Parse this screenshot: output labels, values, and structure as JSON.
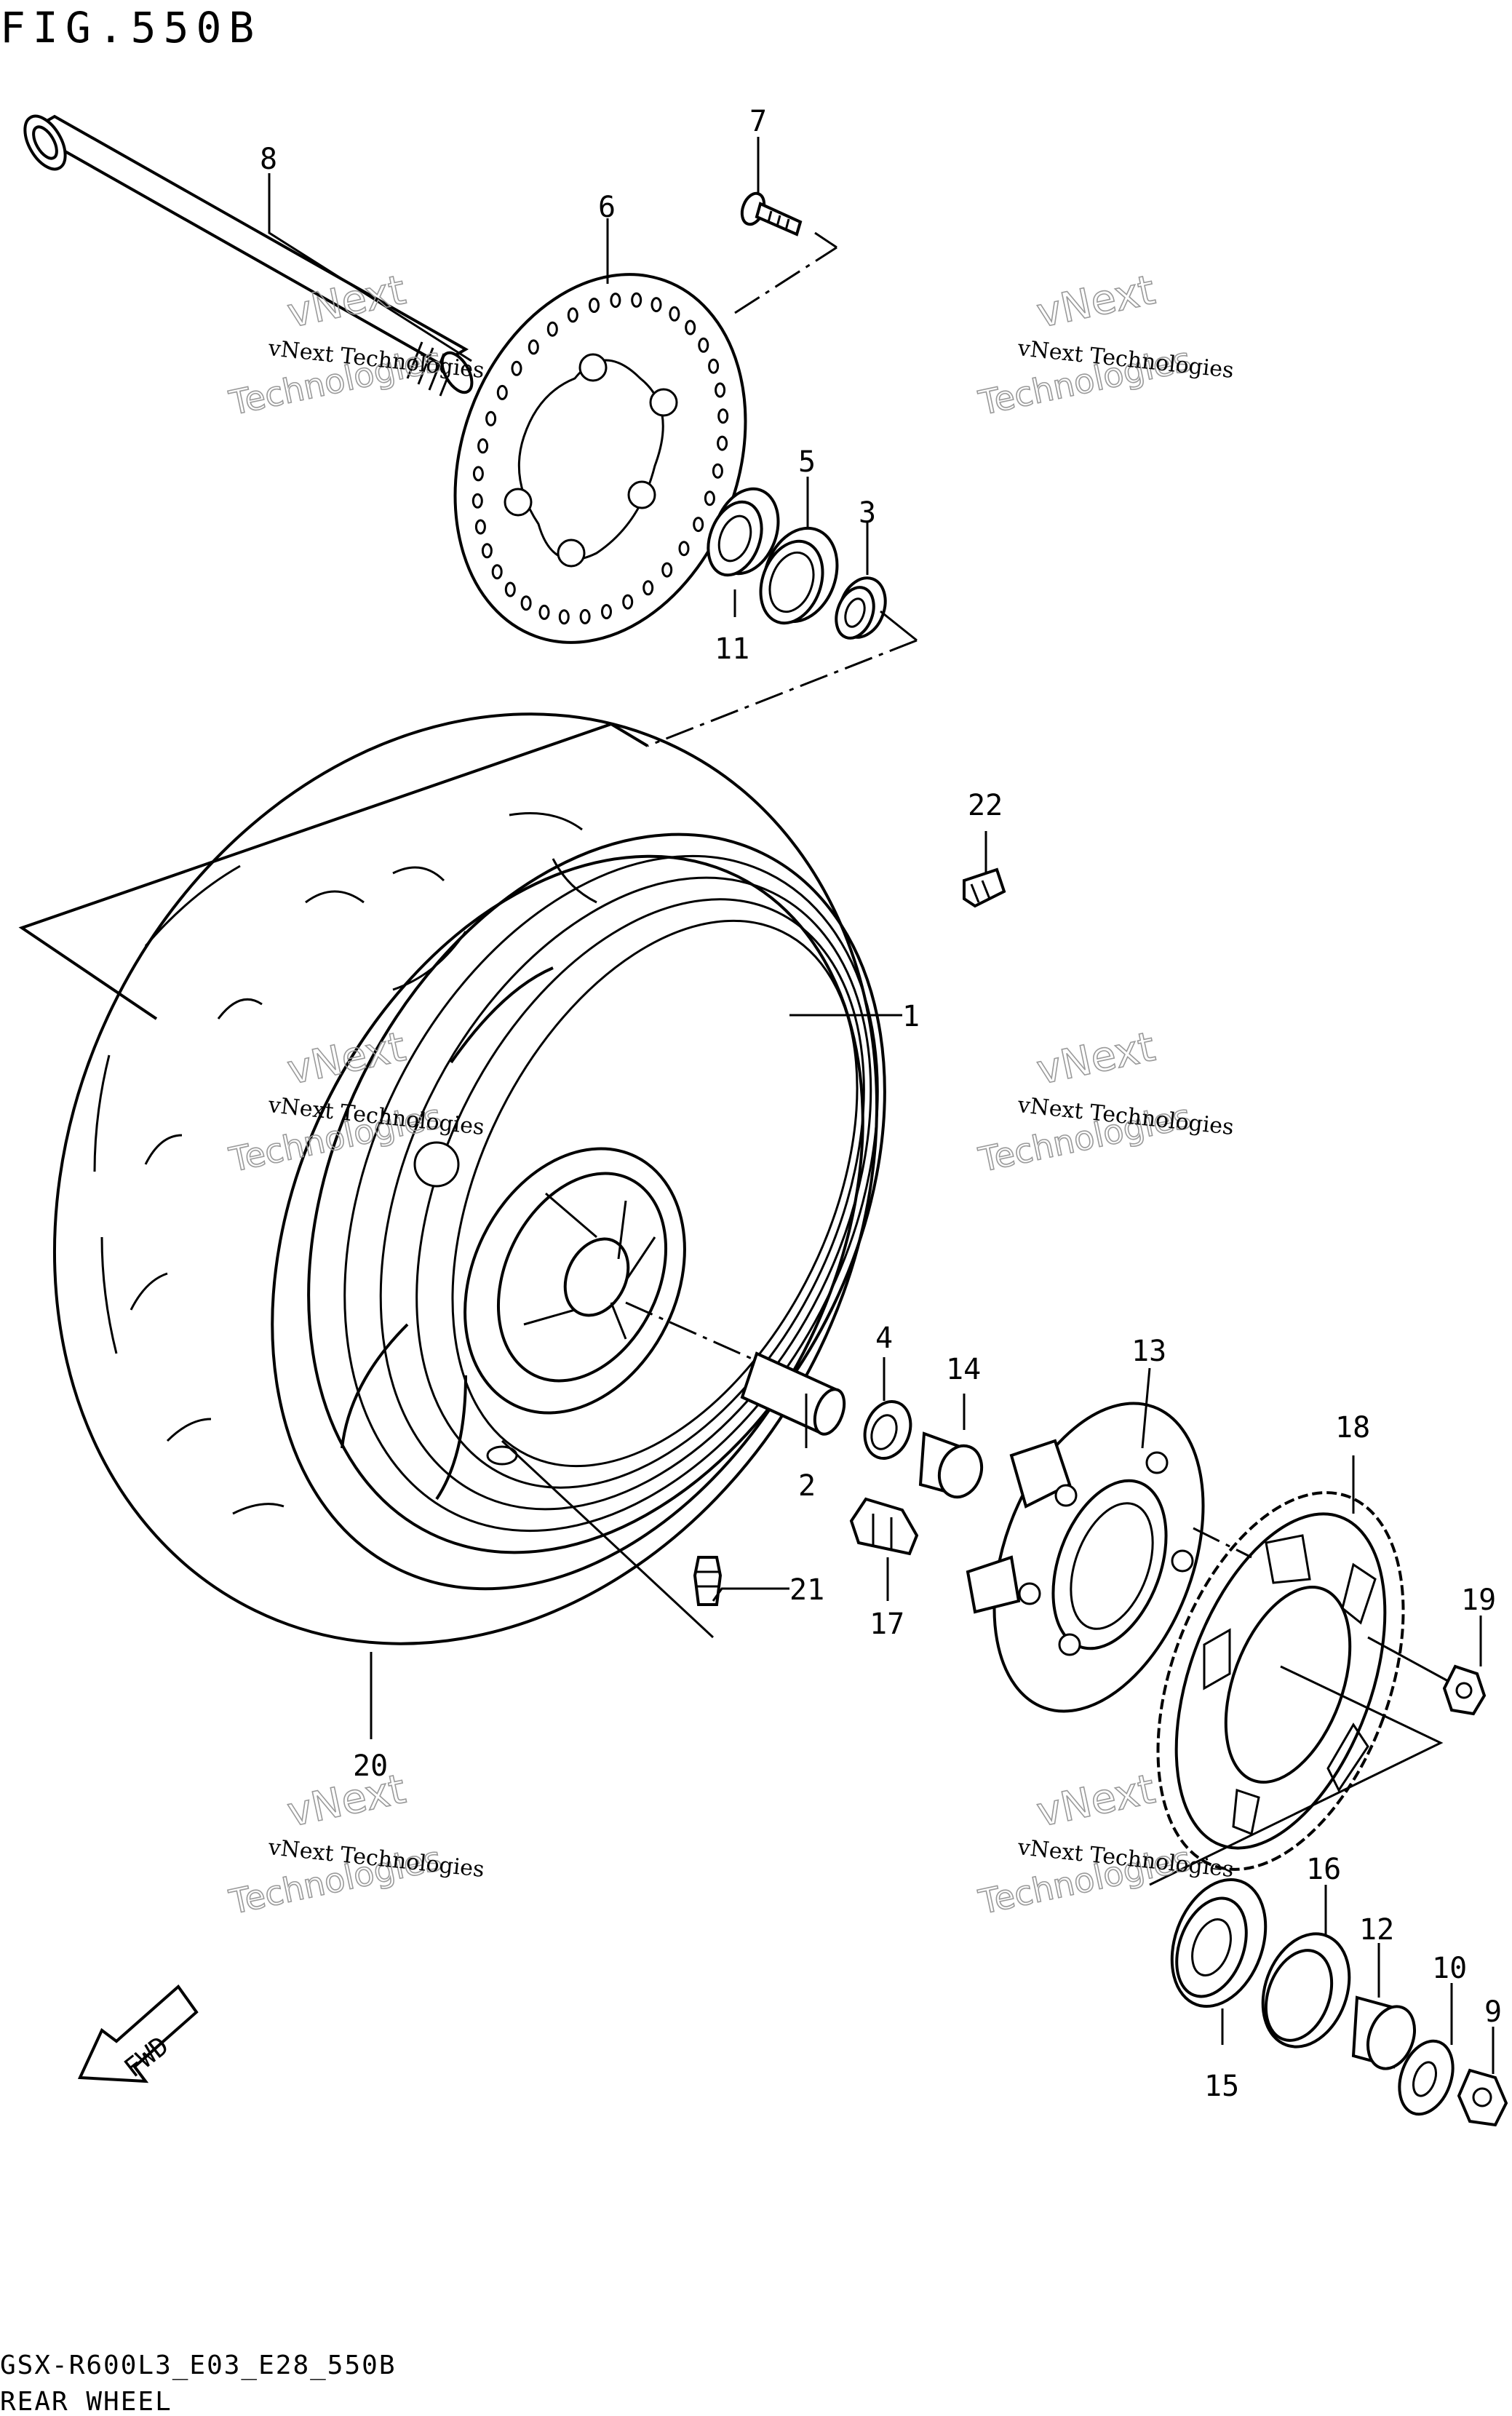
{
  "figure": {
    "title": "FIG.550B",
    "code": "GSX-R600L3_E03_E28_550B",
    "caption": "REAR WHEEL"
  },
  "watermark": {
    "line1": "vNext Technologies",
    "line2": "vNext",
    "line3": "Technologies"
  },
  "fwd_label": "FWD",
  "callouts": [
    "1",
    "2",
    "3",
    "4",
    "5",
    "6",
    "7",
    "8",
    "9",
    "10",
    "11",
    "12",
    "13",
    "14",
    "15",
    "16",
    "17",
    "18",
    "19",
    "20",
    "21",
    "22"
  ]
}
